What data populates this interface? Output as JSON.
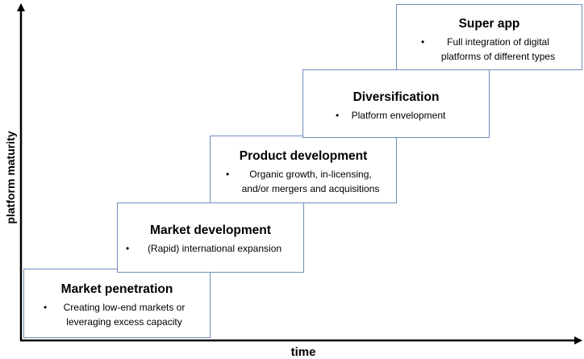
{
  "axes": {
    "y_label": "platform maturity",
    "x_label": "time"
  },
  "stages": [
    {
      "title": "Market penetration",
      "bullet": "Creating low-end markets or leveraging excess capacity",
      "bullet_line1": "Creating low-end markets or",
      "bullet_line2": "leveraging excess capacity"
    },
    {
      "title": "Market development",
      "bullet": "(Rapid) international expansion",
      "bullet_line1": "(Rapid) international expansion",
      "bullet_line2": ""
    },
    {
      "title": "Product development",
      "bullet": "Organic growth, in-licensing, and/or mergers and acquisitions",
      "bullet_line1": "Organic growth, in-licensing,",
      "bullet_line2": "and/or mergers and acquisitions"
    },
    {
      "title": "Diversification",
      "bullet": "Platform envelopment",
      "bullet_line1": "Platform envelopment",
      "bullet_line2": ""
    },
    {
      "title": "Super app",
      "bullet": "Full integration of digital platforms of different types",
      "bullet_line1": "Full integration of digital",
      "bullet_line2": "platforms of different types"
    }
  ],
  "colors": {
    "box_border": "#6f8ebc",
    "axis": "#000000",
    "text": "#000000"
  }
}
